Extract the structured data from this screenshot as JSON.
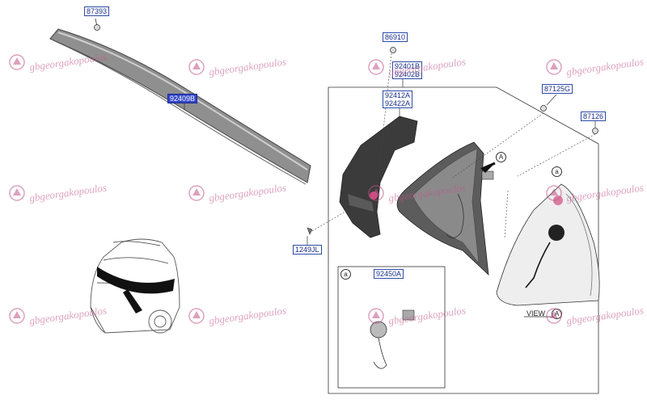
{
  "labels": {
    "p87393": "87393",
    "p92409B": "92409B",
    "p86910": "86910",
    "p92401B": "92401B",
    "p92402B": "92402B",
    "p92412A": "92412A",
    "p92422A": "92422A",
    "p87125G": "87125G",
    "p87126": "87126",
    "p1249JL": "1249JL",
    "p92450A": "92450A"
  },
  "markers": {
    "a": "a",
    "A": "A",
    "view": "VIEW"
  },
  "watermark": {
    "text": "gbgeorgakopoulos"
  },
  "colors": {
    "label_border": "#2d4aa8",
    "label_text": "#1a2e8a",
    "selected_fill": "#3346c9",
    "watermark": "#c0558a"
  }
}
